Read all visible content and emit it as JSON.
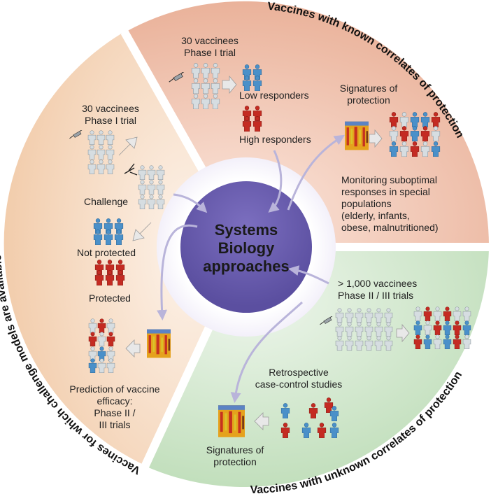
{
  "center": {
    "line1": "Systems",
    "line2": "Biology",
    "line3": "approaches"
  },
  "colors": {
    "peach": "#f4d4bd",
    "salmon": "#efb9a3",
    "mint": "#cfe6cb",
    "hub": "#6a5dad",
    "arrow": "#b9b4da",
    "low_responder": "#4a90c9",
    "high_responder": "#c42b22",
    "vaccinee": "#d6dde1"
  },
  "sectors": {
    "top": {
      "title": "Vaccines with known correlates of protection",
      "trial_line1": "30 vaccinees",
      "trial_line2": "Phase I trial",
      "low": "Low responders",
      "high": "High responders",
      "signatures_line1": "Signatures of",
      "signatures_line2": "protection",
      "monitor_line1": "Monitoring suboptimal",
      "monitor_line2": "responses in special",
      "monitor_line3": "populations",
      "monitor_line4": "(elderly, infants,",
      "monitor_line5": "obese, malnutritioned)"
    },
    "left": {
      "title": "Vaccines for which challenge models are available",
      "trial_line1": "30 vaccinees",
      "trial_line2": "Phase I trial",
      "challenge": "Challenge",
      "not_protected": "Not protected",
      "protected": "Protected",
      "prediction_line1": "Prediction of vaccine",
      "prediction_line2": "efficacy:",
      "prediction_line3": "Phase II /",
      "prediction_line4": "III trials"
    },
    "bottom": {
      "title": "Vaccines with unknown correlates of protection",
      "trial_line1": "> 1,000 vaccinees",
      "trial_line2": "Phase II / III trials",
      "retro_line1": "Retrospective",
      "retro_line2": "case-control studies",
      "signatures_line1": "Signatures of",
      "signatures_line2": "protection"
    }
  }
}
